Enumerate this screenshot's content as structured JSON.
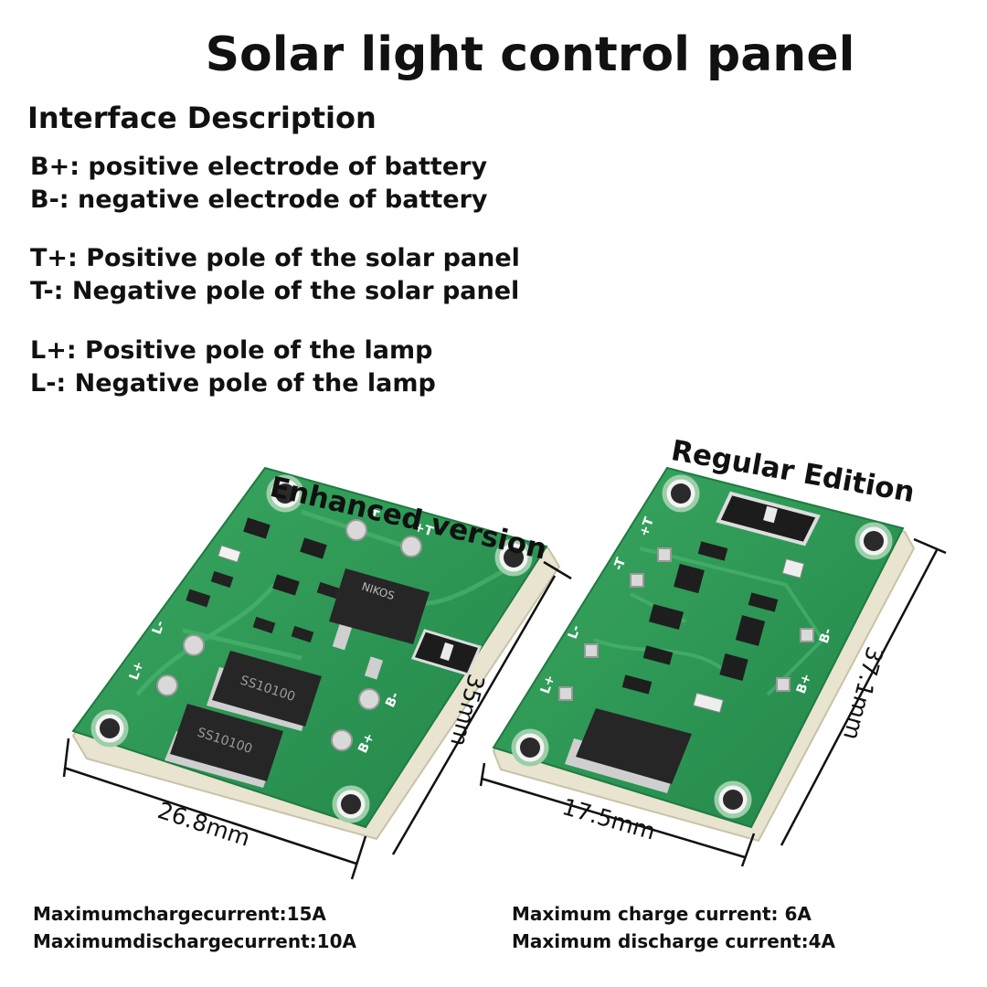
{
  "title": "Solar light control panel",
  "subtitle": "Interface Description",
  "descriptions": {
    "b_plus": "B+: positive electrode of battery",
    "b_minus": "B-: negative electrode of battery",
    "t_plus": "T+: Positive pole of the solar panel",
    "t_minus": "T-: Negative pole of the solar panel",
    "l_plus": "L+: Positive pole of the lamp",
    "l_minus": "L-: Negative pole of the lamp"
  },
  "enhanced": {
    "label": "Enhanced version",
    "width_dim": "26.8mm",
    "height_dim": "35mm",
    "spec_charge": "Maximumchargecurrent:15A",
    "spec_discharge": "Maximumdischargecurrent:10A",
    "pad_labels": {
      "t_minus": "-T",
      "t_plus": "+T",
      "l_minus": "L-",
      "l_plus": "L+",
      "b_minus": "B-",
      "b_plus": "B+"
    },
    "component_text": {
      "diode_top": "SS10100",
      "diode_bottom": "SS10100",
      "mosfet": "NIKOS"
    }
  },
  "regular": {
    "label": "Regular Edition",
    "width_dim": "17.5mm",
    "height_dim": "37.1mm",
    "spec_charge": "Maximum charge current: 6A",
    "spec_discharge": "Maximum discharge current:4A",
    "pad_labels": {
      "t_minus": "-T",
      "t_plus": "+T",
      "l_minus": "L-",
      "l_plus": "L+",
      "b_minus": "B-",
      "b_plus": "B+"
    }
  },
  "colors": {
    "pcb": "#2e9a52",
    "pcb_edge": "#e9e4cf",
    "trace": "#3faa61",
    "pad": "#dcdcdc",
    "component": "#222222"
  }
}
